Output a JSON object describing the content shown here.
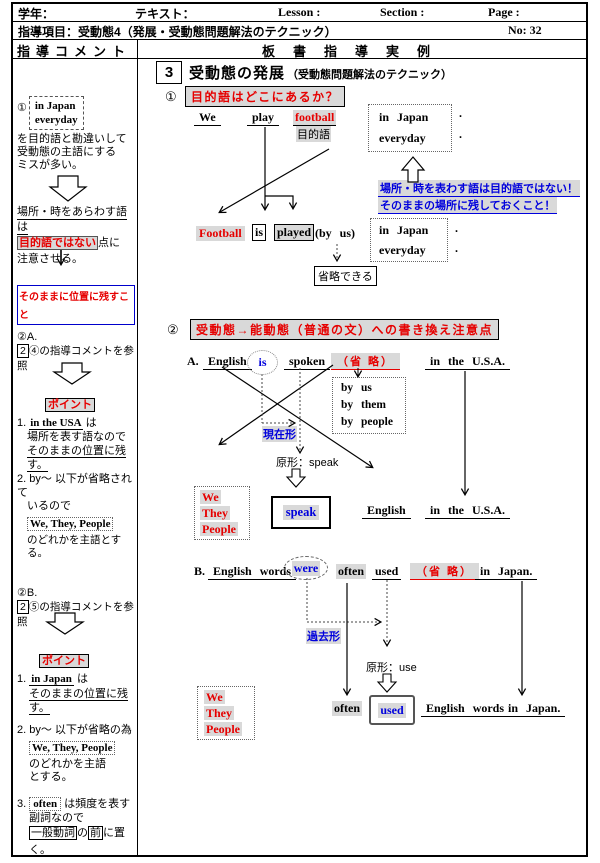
{
  "page": {
    "period": "."
  },
  "header": {
    "row1": {
      "grade": "学年：",
      "text": "テキスト：",
      "lesson": "Lesson :",
      "section": "Section :",
      "page": "Page :"
    },
    "row2": {
      "item": "指導項目：受動態4（発展・受動態問題解法のテクニック）",
      "no": "No: 32"
    },
    "row3": {
      "left": "指導コメント",
      "right": "板書指導実例"
    }
  },
  "sidebar": {
    "s1": {
      "num": "①",
      "box": [
        "in Japan",
        "everyday"
      ],
      "l1": "を目的語と勘違いして",
      "l2": "受動態の主語にする",
      "l3": "ミスが多い。",
      "l4": "場所・時をあらわす語は",
      "l5_box": "目的語ではない",
      "l5_tail": "点に",
      "l6": "注意させる。",
      "note": "そのままに位置に残すこと"
    },
    "s2": {
      "num": "②A.",
      "ref_box": "2",
      "ref": "④の指導コメントを参照",
      "point": "ポイント",
      "i1a": "1.",
      "i1b": "in the USA",
      "i1c": "は",
      "i1d": "場所を表す語なので",
      "i1e": "そのままの位置に残す。",
      "i2a": "2.",
      "i2b": "by～ 以下が省略されて",
      "i2c": "いるので",
      "i2d": "We, They, People",
      "i2e": "のどれかを主語とする。"
    },
    "s3": {
      "num": "②B.",
      "ref_box": "2",
      "ref": "⑤の指導コメントを参照",
      "point": "ポイント",
      "i1a": "1.",
      "i1b": "in Japan",
      "i1c": "は",
      "i1d": "そのままの位置に残す。",
      "i2a": "2.",
      "i2b": "by～ 以下が省略の為",
      "i2c": "We, They, People",
      "i2d": "のどれかを主語",
      "i2e": "とする。",
      "i3a": "3.",
      "i3b": "often",
      "i3c": "は頻度を表す",
      "i3d": "副詞なので",
      "i3e1": "一般動詞",
      "i3e2": "の",
      "i3e3": "前",
      "i3e4": "に置く。"
    }
  },
  "main": {
    "title": {
      "num": "3",
      "text": "受動態の発展",
      "sub": "（受動態問題解法のテクニック）"
    },
    "sec1": {
      "num": "①",
      "heading": "目的語はどこにあるか？",
      "active": {
        "w1": "We",
        "w2": "play",
        "w3": "football",
        "obj": "目的語"
      },
      "place_box": [
        "in Japan",
        "everyday"
      ],
      "note1": "場所・時を表わす語は目的語ではない！",
      "note2": "そのままの場所に残しておくこと！",
      "passive": {
        "w1": "Football",
        "w2": "is",
        "w3": "played",
        "w4": "(by us)"
      },
      "place_box2": [
        "in Japan",
        "everyday"
      ],
      "omit": "省略できる"
    },
    "sec2": {
      "num": "②",
      "heading": "受動態→能動態（普通の文）への書き換え注意点",
      "a": {
        "label": "A.",
        "w1": "English",
        "w2": "is",
        "w3": "spoken",
        "w4": "（省 略）",
        "w5": "in the U.S.A.",
        "by_box": [
          "by us",
          "by them",
          "by people"
        ],
        "tense": "現在形",
        "base": "原形：speak",
        "pronouns": [
          "We",
          "They",
          "People"
        ],
        "verb": "speak",
        "obj": "English",
        "place": "in the U.S.A."
      },
      "b": {
        "label": "B.",
        "w1": "English words",
        "w2": "were",
        "w3": "often",
        "w4": "used",
        "w5": "（省 略）",
        "w6": "in Japan.",
        "tense": "過去形",
        "base": "原形：use",
        "pronouns": [
          "We",
          "They",
          "People"
        ],
        "adv": "often",
        "verb": "used",
        "obj": "English words",
        "place": "in Japan."
      }
    }
  }
}
